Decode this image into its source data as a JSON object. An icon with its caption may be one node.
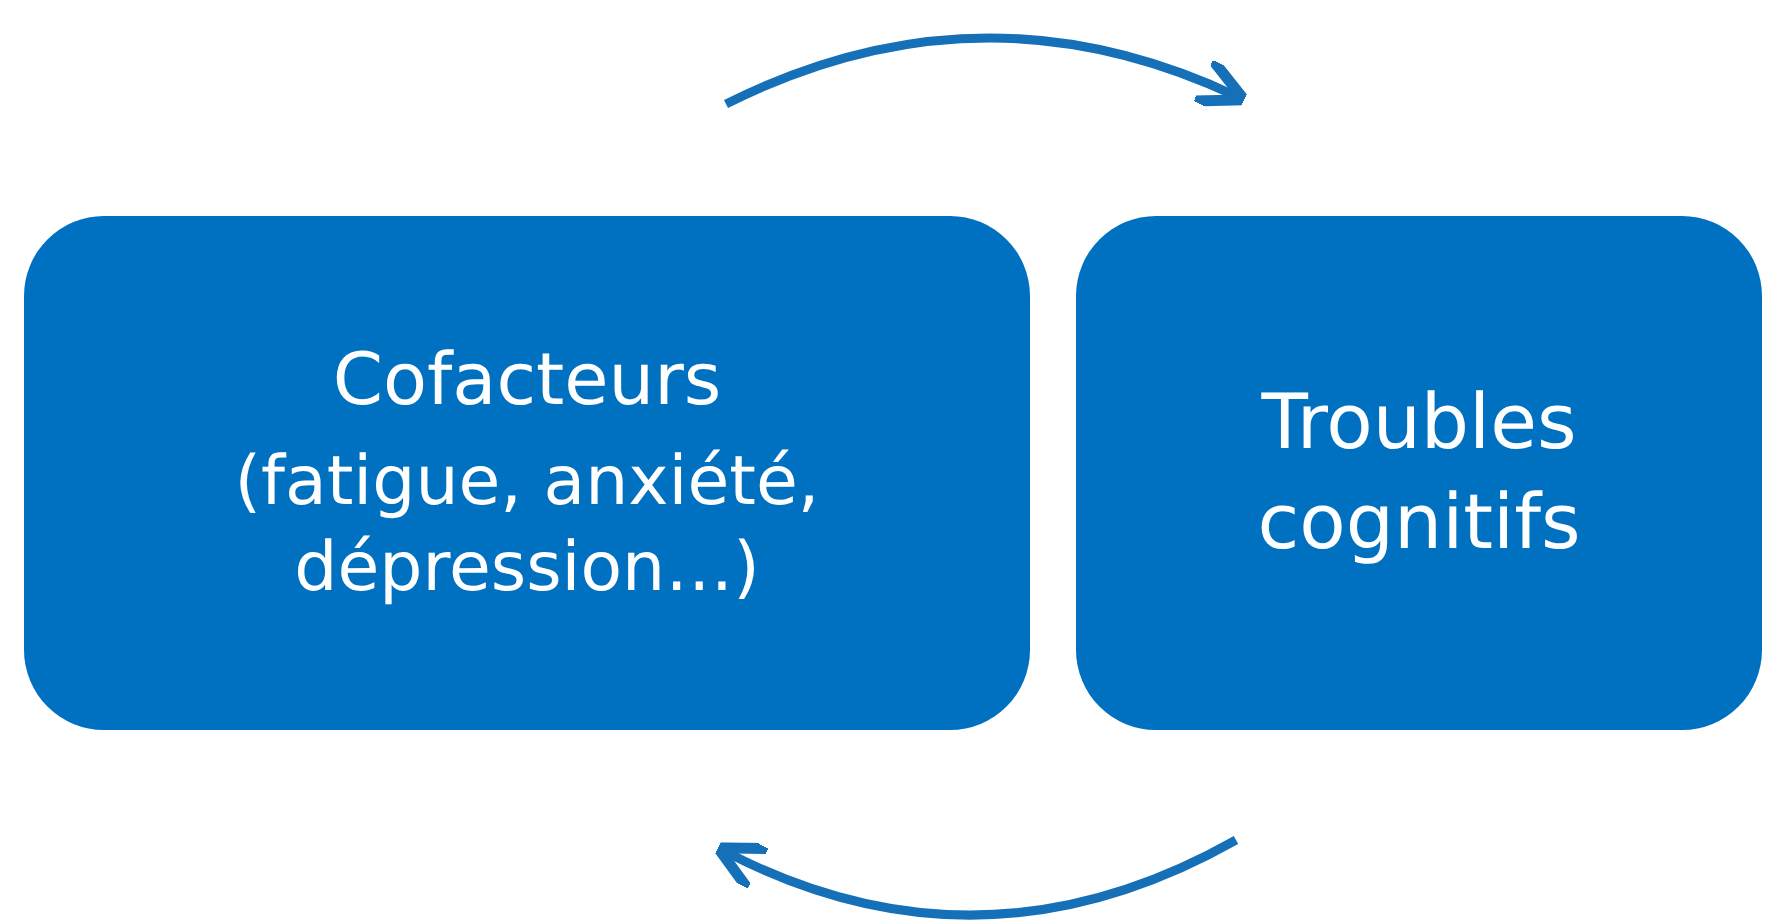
{
  "diagram": {
    "nodes": [
      {
        "text": [
          "Cofacteurs",
          "(fatigue, anxiété, dépression…)"
        ]
      },
      {
        "text": [
          "Troubles cognitifs"
        ]
      }
    ],
    "edges": [
      {
        "from": 0,
        "to": 1,
        "arrow": "to"
      },
      {
        "from": 1,
        "to": 0,
        "arrow": "to"
      }
    ]
  }
}
